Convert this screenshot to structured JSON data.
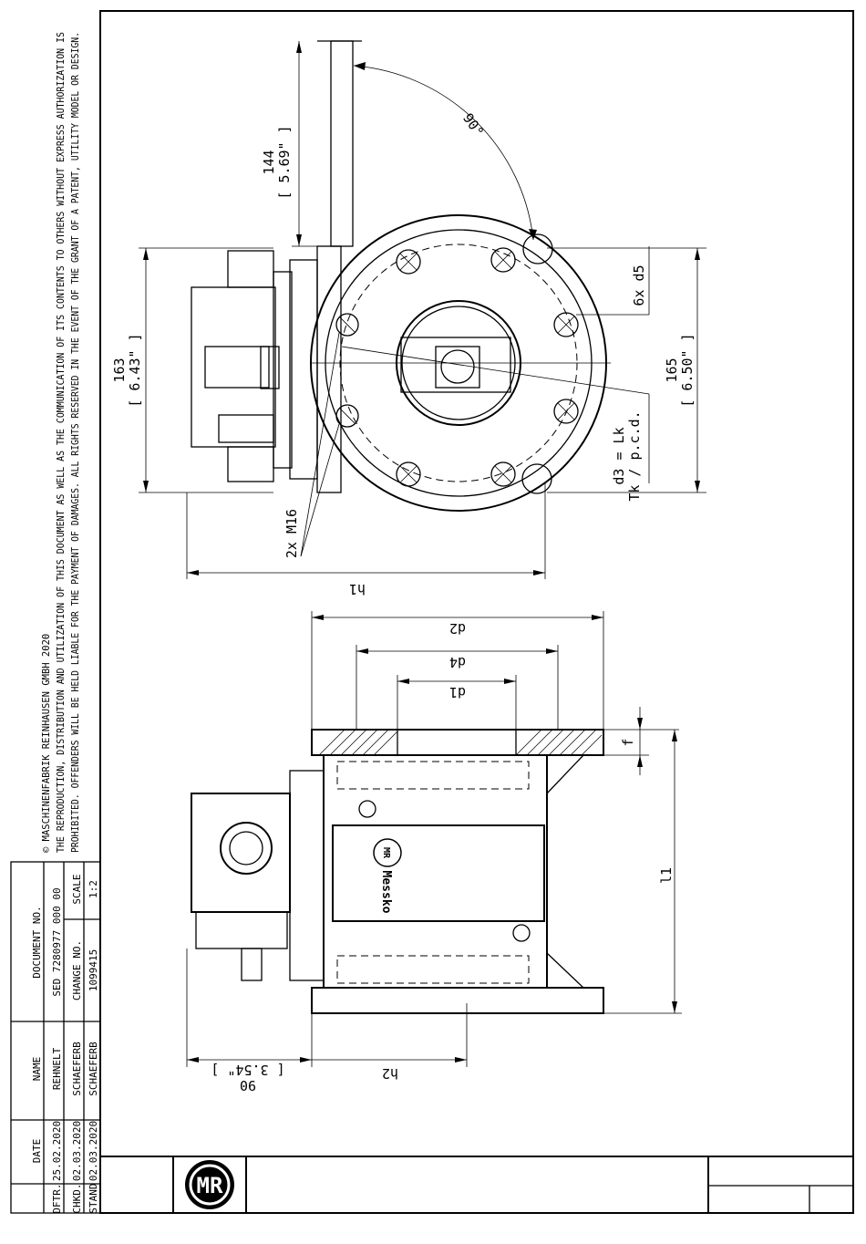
{
  "copyright": {
    "line1": "© MASCHINENFABRIK REINHAUSEN GMBH 2020",
    "line2": "THE REPRODUCTION, DISTRIBUTION AND UTILIZATION OF THIS DOCUMENT AS WELL AS THE COMMUNICATION OF ITS CONTENTS TO OTHERS WITHOUT EXPRESS AUTHORIZATION IS",
    "line3": "PROHIBITED. OFFENDERS WILL BE HELD LIABLE FOR THE PAYMENT OF DAMAGES. ALL RIGHTS RESERVED IN THE EVENT OF THE GRANT OF A PATENT, UTILITY MODEL OR DESIGN."
  },
  "title_block": {
    "date_header": "DATE",
    "name_header": "NAME",
    "doc_header": "DOCUMENT NO.",
    "doc_no": "SED 7280977 000 00",
    "scale_header": "SCALE",
    "scale": "1:2",
    "change_header": "CHANGE NO.",
    "change_no": "1099415",
    "rows": [
      {
        "label": "DFTR.",
        "date": "25.02.2020",
        "name": "REHNELT"
      },
      {
        "label": "CHKD.",
        "date": "02.03.2020",
        "name": "SCHAEFERB"
      },
      {
        "label": "STAND",
        "date": "02.03.2020",
        "name": "SCHAEFERB"
      }
    ],
    "logo": "MR"
  },
  "dimensions": {
    "d144": "144",
    "d144_in": "[ 5.69\" ]",
    "angle": "90°",
    "d163": "163",
    "d163_in": "[ 6.43\" ]",
    "d165": "165",
    "d165_in": "[ 6.50\" ]",
    "hole_d5": "6x d5",
    "d3": "d3 = Lk",
    "tk": "Tk / p.c.d.",
    "m16": "2x M16",
    "h1": "h1",
    "d2": "d2",
    "d4": "d4",
    "d1": "d1",
    "f": "f",
    "l1": "l1",
    "h2": "h2",
    "d90": "90",
    "d90_in": "[ 3.54\" ]"
  },
  "nameplate": {
    "brand": "Messko",
    "logo": "MR"
  }
}
